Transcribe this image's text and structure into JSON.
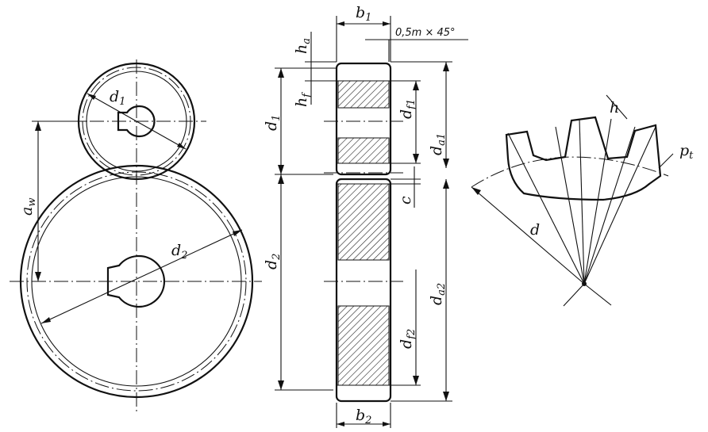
{
  "labels": {
    "d1": "d",
    "d1_sub": "1",
    "d2": "d",
    "d2_sub": "2",
    "aw": "a",
    "aw_sub": "w",
    "b1": "b",
    "b1_sub": "1",
    "b2": "b",
    "b2_sub": "2",
    "ha": "h",
    "ha_sub": "a",
    "hf": "h",
    "hf_sub": "f",
    "df1": "d",
    "df1_sub": "f1",
    "da1": "d",
    "da1_sub": "a1",
    "c": "c",
    "df2": "d",
    "df2_sub": "f2",
    "da2": "d",
    "da2_sub": "a2",
    "chamfer": "0,5m × 45°",
    "h": "h",
    "d": "d",
    "pt": "p",
    "pt_sub": "t"
  }
}
